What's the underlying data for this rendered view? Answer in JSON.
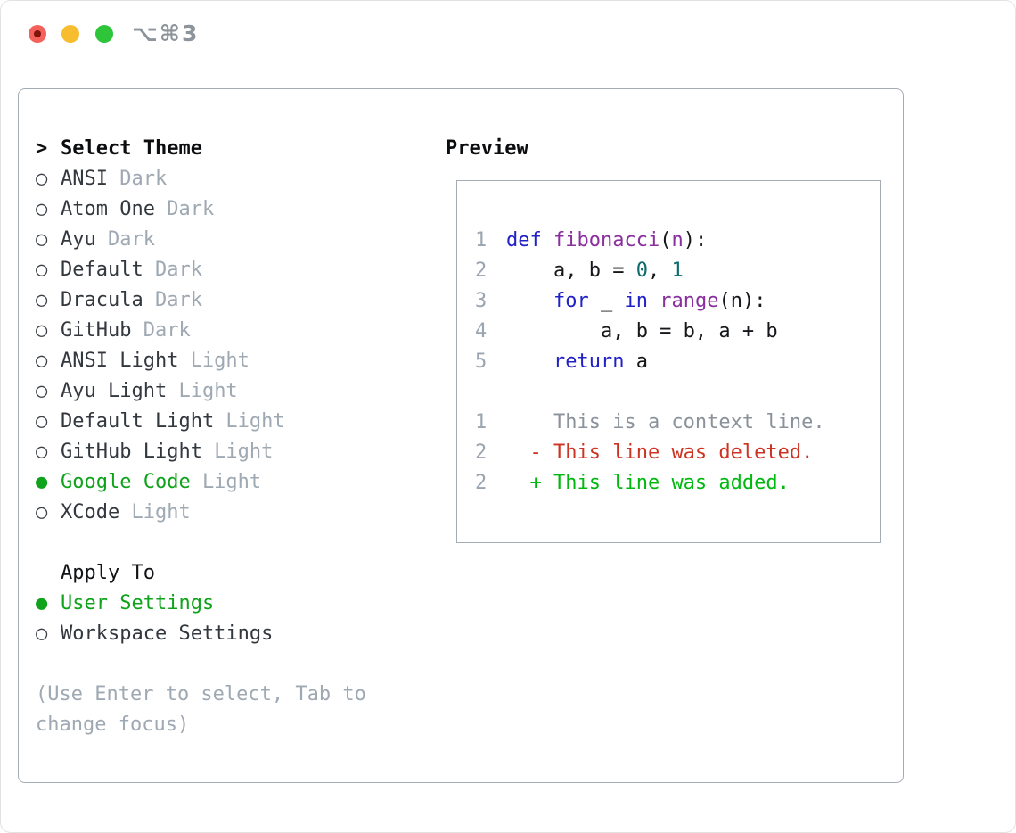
{
  "titlebar": {
    "title": "⌥⌘3"
  },
  "panel": {
    "select_theme": {
      "header_marker": ">",
      "header_label": "Select Theme",
      "items": [
        {
          "marker": "○",
          "name": "ANSI",
          "variant": "Dark",
          "selected": false
        },
        {
          "marker": "○",
          "name": "Atom One",
          "variant": "Dark",
          "selected": false
        },
        {
          "marker": "○",
          "name": "Ayu",
          "variant": "Dark",
          "selected": false
        },
        {
          "marker": "○",
          "name": "Default",
          "variant": "Dark",
          "selected": false
        },
        {
          "marker": "○",
          "name": "Dracula",
          "variant": "Dark",
          "selected": false
        },
        {
          "marker": "○",
          "name": "GitHub",
          "variant": "Dark",
          "selected": false
        },
        {
          "marker": "○",
          "name": "ANSI Light",
          "variant": "Light",
          "selected": false
        },
        {
          "marker": "○",
          "name": "Ayu Light",
          "variant": "Light",
          "selected": false
        },
        {
          "marker": "○",
          "name": "Default Light",
          "variant": "Light",
          "selected": false
        },
        {
          "marker": "○",
          "name": "GitHub Light",
          "variant": "Light",
          "selected": false
        },
        {
          "marker": "●",
          "name": "Google Code",
          "variant": "Light",
          "selected": true
        },
        {
          "marker": "○",
          "name": "XCode",
          "variant": "Light",
          "selected": false
        }
      ]
    },
    "apply_to": {
      "label": "Apply To",
      "items": [
        {
          "marker": "●",
          "label": "User Settings",
          "selected": true
        },
        {
          "marker": "○",
          "label": "Workspace Settings",
          "selected": false
        }
      ]
    },
    "help_line1": "(Use Enter to select, Tab to",
    "help_line2": "change focus)"
  },
  "preview": {
    "heading": "Preview",
    "lines": [
      {
        "num": "1",
        "tokens": [
          {
            "t": "kw",
            "s": "def"
          },
          {
            "t": "pl",
            "s": " "
          },
          {
            "t": "fn",
            "s": "fibonacci"
          },
          {
            "t": "pl",
            "s": "("
          },
          {
            "t": "fn",
            "s": "n"
          },
          {
            "t": "pl",
            "s": "):"
          }
        ]
      },
      {
        "num": "2",
        "tokens": [
          {
            "t": "pl",
            "s": "    a, b = "
          },
          {
            "t": "num",
            "s": "0"
          },
          {
            "t": "pl",
            "s": ", "
          },
          {
            "t": "num",
            "s": "1"
          }
        ]
      },
      {
        "num": "3",
        "tokens": [
          {
            "t": "pl",
            "s": "    "
          },
          {
            "t": "kw",
            "s": "for"
          },
          {
            "t": "pl",
            "s": " _ "
          },
          {
            "t": "kw",
            "s": "in"
          },
          {
            "t": "pl",
            "s": " "
          },
          {
            "t": "fn",
            "s": "range"
          },
          {
            "t": "pl",
            "s": "(n):"
          }
        ]
      },
      {
        "num": "4",
        "tokens": [
          {
            "t": "pl",
            "s": "        a, b = b, a + b"
          }
        ]
      },
      {
        "num": "5",
        "tokens": [
          {
            "t": "pl",
            "s": "    "
          },
          {
            "t": "kw",
            "s": "return"
          },
          {
            "t": "pl",
            "s": " a"
          }
        ]
      },
      {
        "num": "",
        "tokens": []
      },
      {
        "num": "1",
        "tokens": [
          {
            "t": "ctx",
            "s": "    This is a context line."
          }
        ]
      },
      {
        "num": "2",
        "tokens": [
          {
            "t": "pl",
            "s": "  "
          },
          {
            "t": "del",
            "s": "- This line was deleted."
          }
        ]
      },
      {
        "num": "2",
        "tokens": [
          {
            "t": "pl",
            "s": "  "
          },
          {
            "t": "add",
            "s": "+ This line was added."
          }
        ]
      }
    ]
  },
  "colors": {
    "selected_green": "#0fa31b",
    "added_green": "#00b80e",
    "deleted_red": "#cc3322",
    "keyword_blue": "#2121c8",
    "function_purple": "#8a2f9e",
    "number_teal": "#0c6b6b",
    "muted_gray": "#9fa9b3",
    "border_gray": "#a4acb6",
    "traffic_red": "#f4605a",
    "traffic_yellow": "#f7bd2f",
    "traffic_green": "#2ec53b"
  }
}
